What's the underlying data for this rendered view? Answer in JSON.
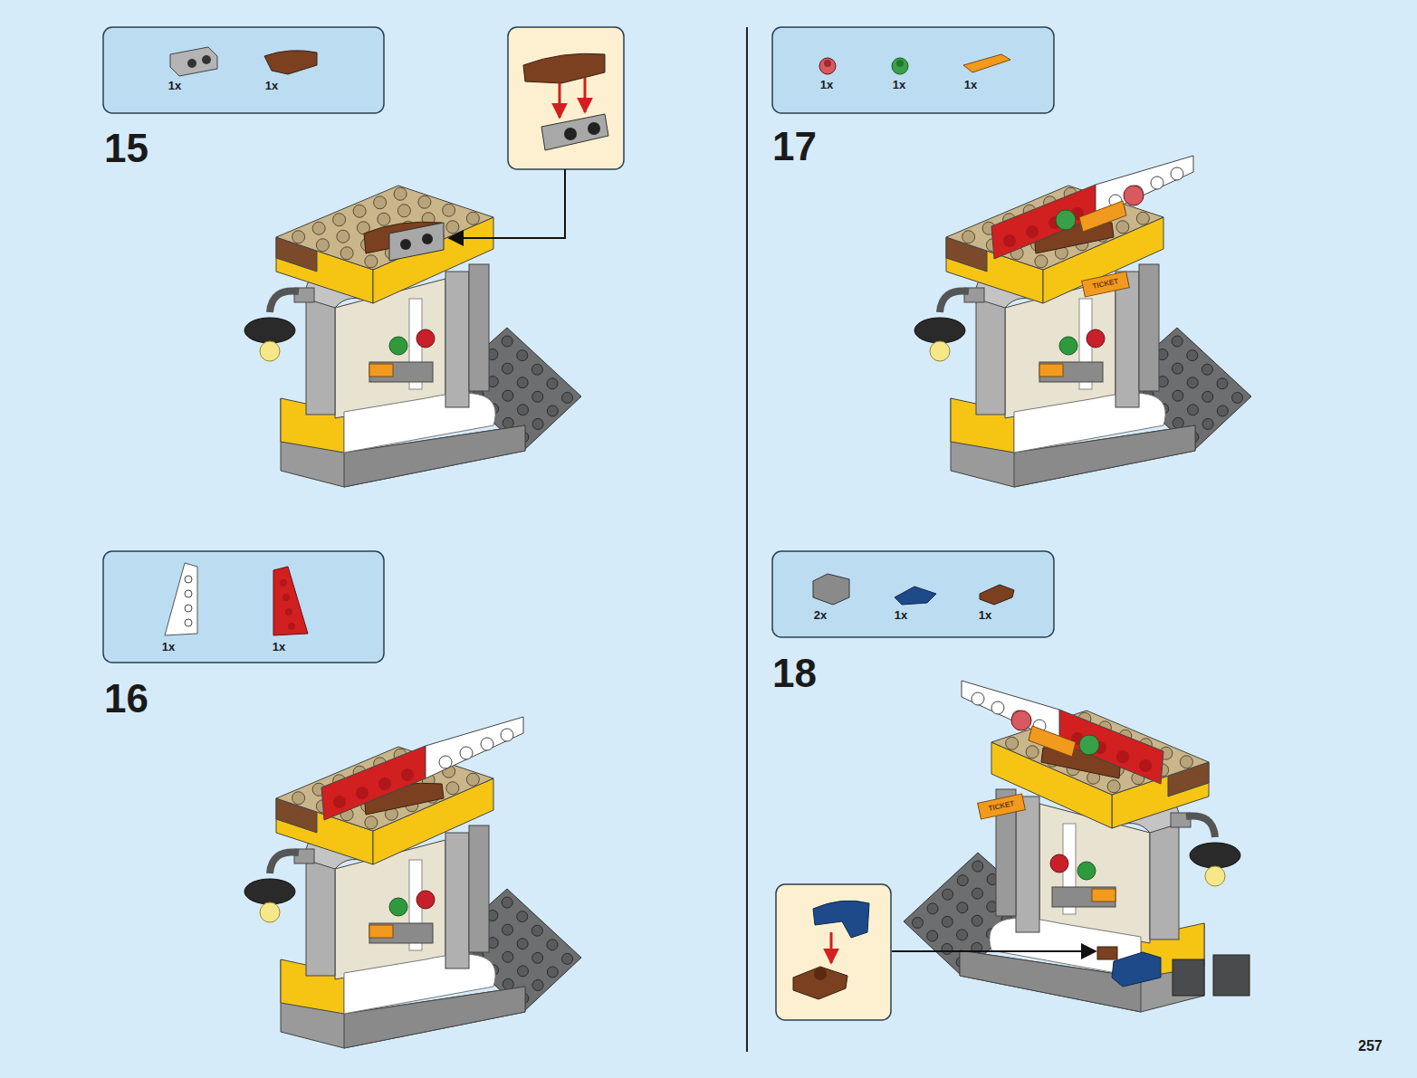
{
  "diagram": {
    "labels": [
      "1x",
      "1x",
      "15",
      "1x",
      "1x",
      "16",
      "1x",
      "1x",
      "1x",
      "17",
      "2x",
      "1x",
      "1x",
      "18",
      "TICKET",
      "TICKET",
      "257"
    ]
  }
}
